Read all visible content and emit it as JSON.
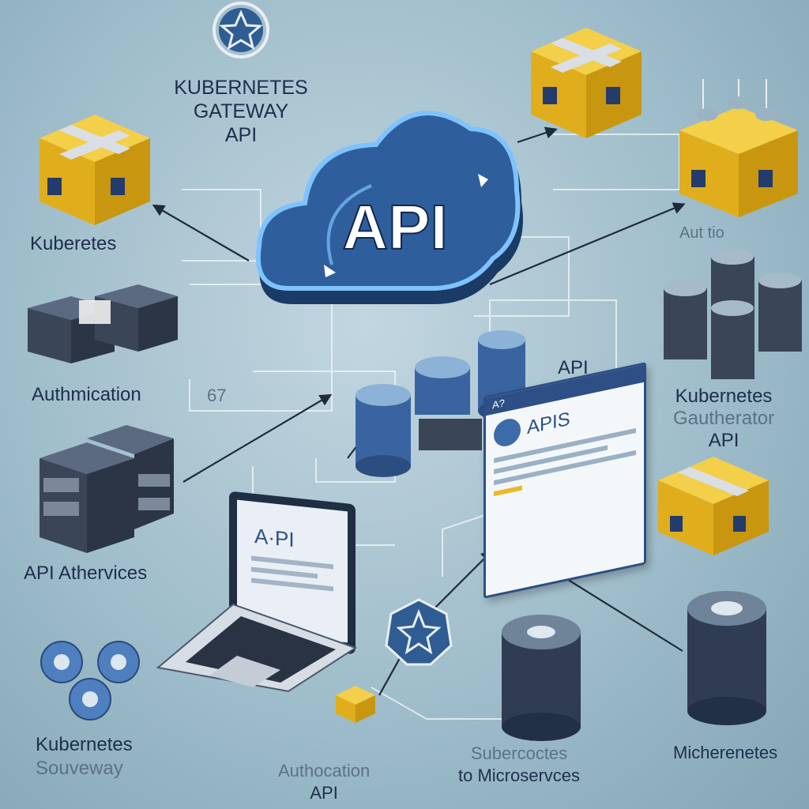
{
  "labels": {
    "gateway_title_1": "KUBERNETES",
    "gateway_title_2": "GATEWAY",
    "gateway_title_3": "API",
    "kuberetes": "Kuberetes",
    "authmication": "Authmication",
    "api_athervices": "API Athervices",
    "kubernetes_souveway_1": "Kubernetes",
    "kubernetes_souveway_2": "Souveway",
    "authocation_api_1": "Authocation",
    "authocation_api_2": "API",
    "to_microservces_1": "Subercoctes",
    "to_microservces_2": "to Microservces",
    "micherenetes": "Micherenetes",
    "kubernetes_gautherator_1": "Kubernetes",
    "kubernetes_gautherator_2": "Gautherator",
    "kubernetes_gautherator_3": "API",
    "api_center": "API",
    "aut_fragment": "Aut     tio",
    "number_tag": "67",
    "cloud_text": "API",
    "laptop_screen_text": "A·PI",
    "browser_tab": "A?",
    "browser_heading": "APIS"
  },
  "colors": {
    "background": "#a9c4d1",
    "cloud": "#2e5f9c",
    "cloud_dark": "#1b3b66",
    "box_yellow": "#e9b92c",
    "server_dark": "#3a4658",
    "database_blue": "#4d78a8",
    "line": "#1e2b3b"
  },
  "icons": [
    "cloud-icon",
    "kubernetes-wheel-icon",
    "package-icon",
    "server-icon",
    "database-icon",
    "gear-icon",
    "laptop-icon",
    "browser-window-icon",
    "key-icon"
  ]
}
